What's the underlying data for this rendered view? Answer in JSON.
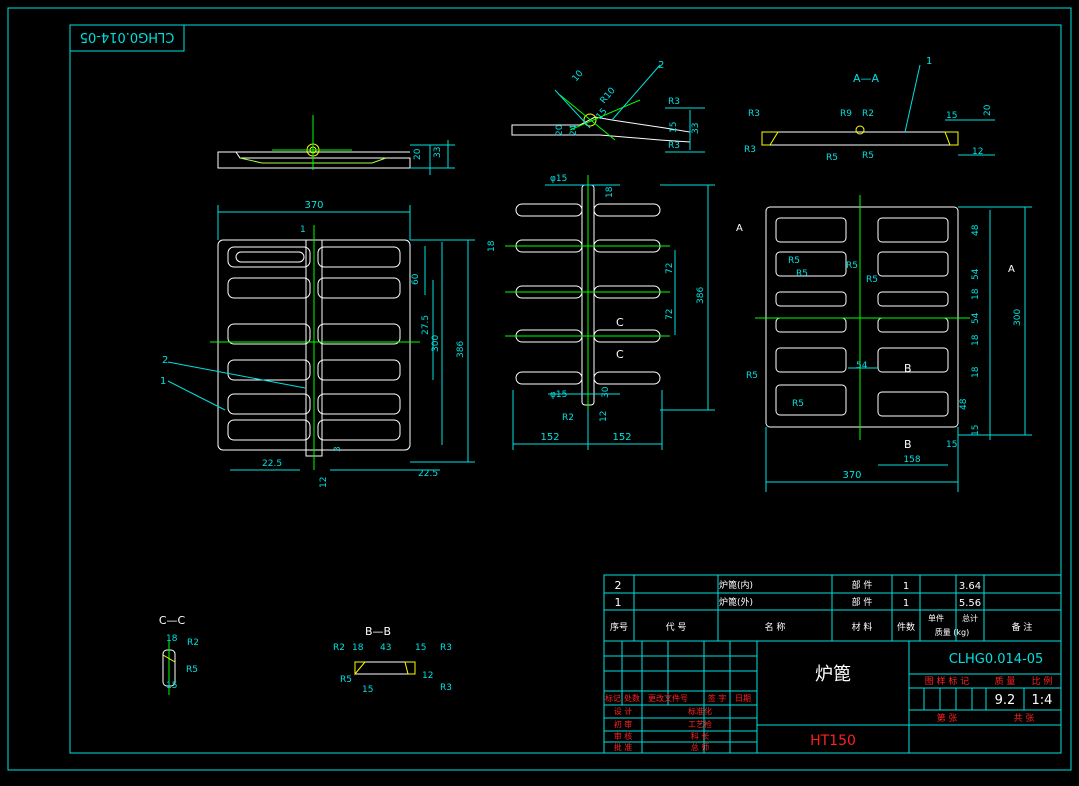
{
  "colors": {
    "background": "#000000",
    "frame": "#00e0e0",
    "geometry": "#ffffff",
    "centerline": "#00ff00",
    "red": "#ff2020",
    "yellow": "#ffff00"
  },
  "drawing_code_mirrored": "CLHG0.014-05",
  "section_labels": {
    "aa": "A—A",
    "bb": "B—B",
    "cc": "C—C"
  },
  "view_marks": {
    "a": "A",
    "b": "B",
    "c": "C"
  },
  "dims": {
    "top_width": "370",
    "top_20": "20",
    "top_33": "33",
    "left_width": "370",
    "left_60": "60",
    "left_275": "27.5",
    "left_300": "300",
    "left_386": "386",
    "left_225a": "22.5",
    "left_225b": "22.5",
    "left_12": "12",
    "left_3": "3",
    "left_1": "1",
    "mid_phi15a": "φ15",
    "mid_18a": "18",
    "mid_18b": "18",
    "mid_72a": "72",
    "mid_72b": "72",
    "mid_386": "386",
    "mid_phi15b": "φ15",
    "mid_30": "30",
    "mid_r2": "R2",
    "mid_12": "12",
    "mid_152a": "152",
    "mid_152b": "152",
    "tv_10": "10",
    "tv_r10": "R10",
    "tv_15": "15",
    "tv_20": "20",
    "tv_24": "24",
    "tv_r3a": "R3",
    "tv_r3b": "R3",
    "tv_15b": "15",
    "tv_33": "33",
    "aa_r3a": "R3",
    "aa_r3b": "R3",
    "aa_r9": "R9",
    "aa_r2": "R2",
    "aa_r5a": "R5",
    "aa_r5b": "R5",
    "aa_15": "15",
    "aa_20": "20",
    "aa_12": "12",
    "rv_48a": "48",
    "rv_54a": "54",
    "rv_18a": "18",
    "rv_54b": "54",
    "rv_18b": "18",
    "rv_18c": "18",
    "rv_48b": "48",
    "rv_15": "15",
    "rv_300": "300",
    "rv_r5a": "R5",
    "rv_r5b": "R5",
    "rv_r5c": "R5",
    "rv_r5d": "R5",
    "rv_r5e": "R5",
    "rv_54c": "54",
    "rv_15b": "15",
    "rv_158": "158",
    "rv_370": "370",
    "cc_18": "18",
    "cc_r2": "R2",
    "cc_r5": "R5",
    "cc_15": "15",
    "bb_r2": "R2",
    "bb_18": "18",
    "bb_43": "43",
    "bb_15": "15",
    "bb_r3a": "R3",
    "bb_r5": "R5",
    "bb_15b": "15",
    "bb_12": "12",
    "bb_r3b": "R3"
  },
  "balloons": {
    "left_2": "2",
    "left_1": "1",
    "top_2": "2",
    "aa_1": "1"
  },
  "parts_list": {
    "rows": [
      {
        "no": "2",
        "name": "炉篦(内)",
        "mat": "部 件",
        "qty": "1",
        "weight": "3.64"
      },
      {
        "no": "1",
        "name": "炉篦(外)",
        "mat": "部 件",
        "qty": "1",
        "weight": "5.56"
      }
    ],
    "header": {
      "no": "序号",
      "code": "代 号",
      "name": "名 称",
      "material": "材 料",
      "qty": "件数",
      "unit": "单件",
      "total": "总计",
      "weight": "质量 (kg)",
      "remark": "备 注"
    }
  },
  "title_block": {
    "part_name": "炉篦",
    "material": "HT150",
    "drawing_no": "CLHG0.014-05",
    "stage_label": "图 样 标 记",
    "mass_label": "质 量",
    "scale_label": "比 例",
    "mass": "9.2",
    "scale": "1:4",
    "sheet_total": "共   张",
    "sheet_no": "第   张",
    "revision": {
      "mark": "标记",
      "count": "处数",
      "file": "更改文件号",
      "sign": "签 字",
      "date": "日期"
    },
    "roles": [
      "设 计",
      "审 核",
      "审 核",
      "批 准"
    ],
    "roles_right": [
      "标准化",
      "工艺检",
      "科 长",
      "总 师"
    ],
    "roles_extra": [
      "初 审"
    ]
  }
}
